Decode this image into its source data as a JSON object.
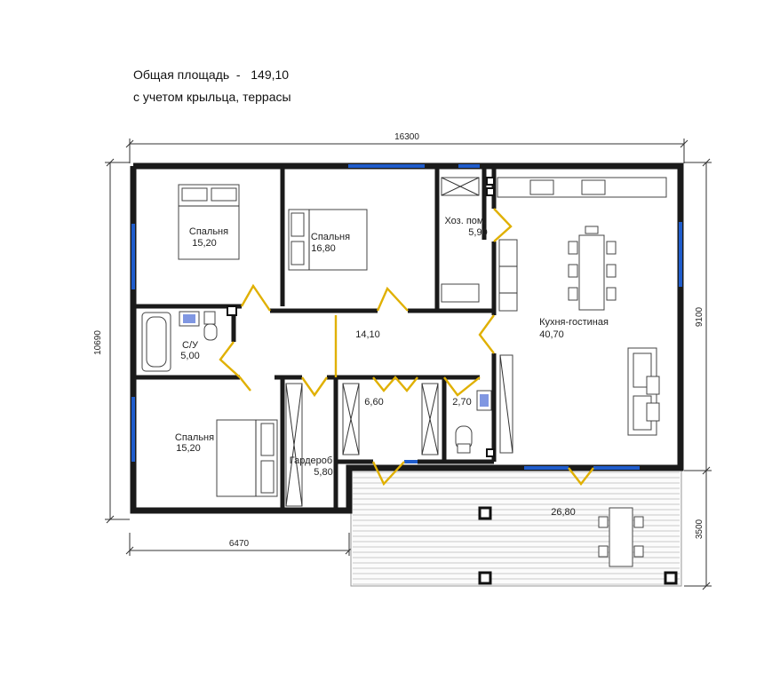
{
  "header": {
    "total_area_line": "Общая площадь  -   149,10",
    "subtitle_line": "с учетом крыльца, террасы"
  },
  "dimensions": {
    "top_width": "16300",
    "left_height": "10690",
    "right_height": "9100",
    "right_terrace": "3500",
    "bottom_width": "6470"
  },
  "rooms": {
    "bedroom_1": {
      "name": "Спальня",
      "area": "15,20"
    },
    "bedroom_2": {
      "name": "Спальня",
      "area": "16,80"
    },
    "utility": {
      "name": "Хоз. пом.",
      "area": "5,90"
    },
    "kitchen_living": {
      "name": "Кухня-гостиная",
      "area": "40,70"
    },
    "bathroom": {
      "name": "С/У",
      "area": "5,00"
    },
    "hall": {
      "area": "14,10"
    },
    "bedroom_3": {
      "name": "Спальня",
      "area": "15,20"
    },
    "closet_room": {
      "area": "6,60"
    },
    "wc": {
      "area": "2,70"
    },
    "wardrobe": {
      "name": "Гардероб",
      "area": "5,80"
    },
    "terrace": {
      "area": "26,80"
    }
  },
  "colors": {
    "wall": "#1a1a1a",
    "window": "#1f5ccc",
    "door": "#e0b000",
    "deck": "#c8c8c8"
  }
}
